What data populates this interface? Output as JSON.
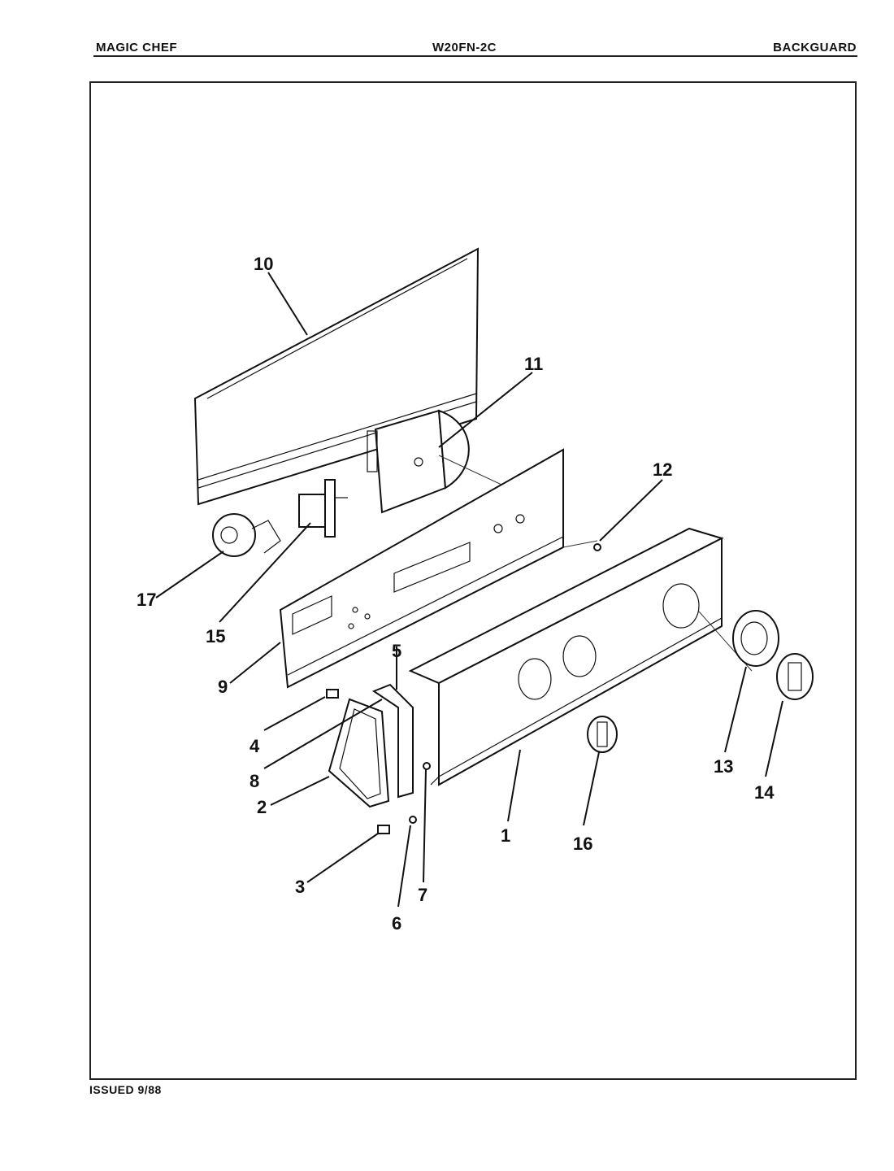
{
  "header": {
    "brand": "MAGIC CHEF",
    "model": "W20FN-2C",
    "section": "BACKGUARD"
  },
  "footer": {
    "issued": "ISSUED 9/88"
  },
  "callouts": [
    "1",
    "2",
    "3",
    "4",
    "5",
    "6",
    "7",
    "8",
    "9",
    "10",
    "11",
    "12",
    "13",
    "14",
    "15",
    "16",
    "17"
  ]
}
